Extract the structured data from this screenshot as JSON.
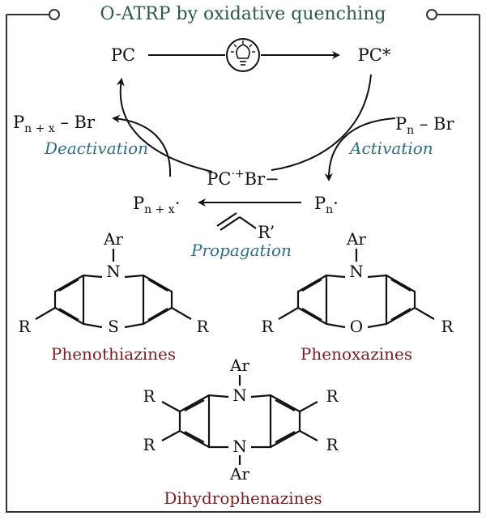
{
  "title": "O-ATRP by oxidative quenching",
  "colors": {
    "title": "#2a5a4a",
    "step": "#2f6f80",
    "compound_name": "#7a1f1f",
    "line": "#111111"
  },
  "cycle": {
    "pc": "PC",
    "pc_excited": "PC*",
    "dormant_right": {
      "base": "P",
      "sub": "n",
      "tail": " – Br"
    },
    "dormant_left": {
      "base": "P",
      "sub": "n + x",
      "tail": " – Br"
    },
    "radical_cation": {
      "main": "PC",
      "dot_plus": "·+",
      "anion": "Br−"
    },
    "radical_right": {
      "base": "P",
      "sub": "n",
      "tail": "·"
    },
    "radical_left": {
      "base": "P",
      "sub": "n + x",
      "tail": "·"
    },
    "monomer_substituent": "R’",
    "steps": {
      "activation": "Activation",
      "deactivation": "Deactivation",
      "propagation": "Propagation"
    },
    "light_icon": "light-bulb-icon"
  },
  "structures": {
    "phenothiazine": {
      "n_sub": "Ar",
      "n": "N",
      "hetero": "S",
      "r": "R",
      "name": "Phenothiazines"
    },
    "phenoxazine": {
      "n_sub": "Ar",
      "n": "N",
      "hetero": "O",
      "r": "R",
      "name": "Phenoxazines"
    },
    "dihydrophenazine": {
      "n_sub": "Ar",
      "n": "N",
      "r": "R",
      "name": "Dihydrophenazines"
    }
  }
}
